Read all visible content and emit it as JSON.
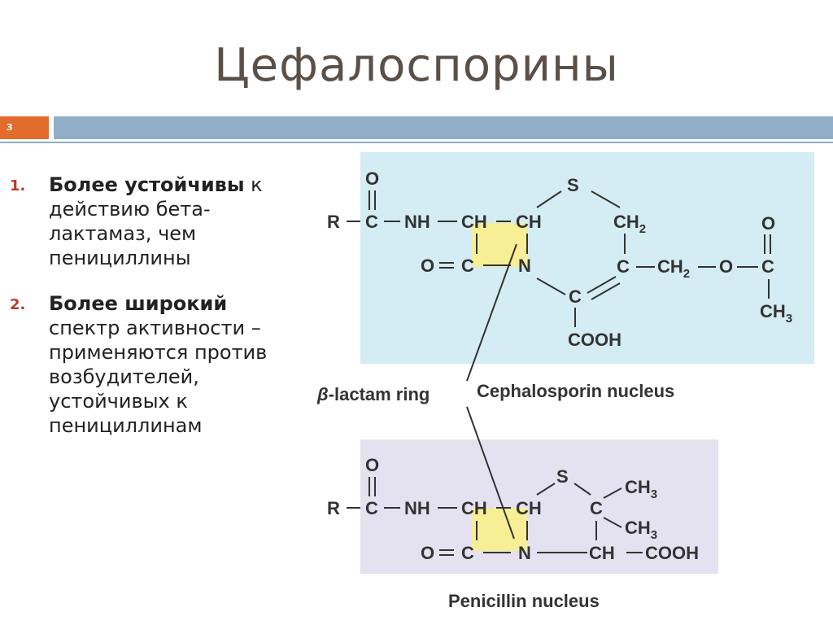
{
  "title": "Цефалоспорины",
  "slide_number": "3",
  "items": [
    {
      "number": "1.",
      "bold": "Более устойчивы",
      "rest": " к действию бета-лактамаз, чем пенициллины"
    },
    {
      "number": "2.",
      "bold": "Более широкий",
      "rest": " спектр активности – применяются против возбудителей, устойчивых к пенициллинам"
    }
  ],
  "diagram": {
    "beta_label": "β",
    "lactam_label": "-lactam ring",
    "cephalosporin_caption": "Cephalosporin nucleus",
    "penicillin_caption": "Penicillin nucleus",
    "atoms": {
      "O": "O",
      "C": "C",
      "R": "R",
      "NH": "NH",
      "CH": "CH",
      "N": "N",
      "S": "S",
      "COOH": "COOH",
      "CH2": "CH",
      "CH3": "CH",
      "sub2": "2",
      "sub3": "3"
    },
    "colors": {
      "cephalosporin_bg": "#d4ecf3",
      "penicillin_bg": "#e4e2f0",
      "ring_highlight": "#f7ee96"
    }
  }
}
